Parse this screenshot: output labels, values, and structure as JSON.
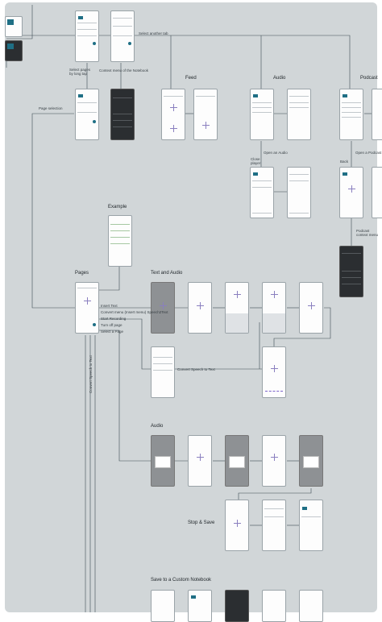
{
  "sections": {
    "feed": "Feed",
    "audio_tab": "Audio",
    "podcast": "Podcast",
    "example": "Example",
    "pages": "Pages",
    "text_and_audio": "Text and Audio",
    "audio": "Audio",
    "stop_save": "Stop & Save",
    "custom_notebook": "Save to a Custom Notebook"
  },
  "annotations": {
    "select_another_tab": "Select another tab",
    "select_pages": "Select pages\nby long tap",
    "context_menu": "Context menu of the Notebook",
    "page_selection": "Page selection",
    "open_audio": "Open an Audio",
    "close_player": "Close\nplayer",
    "back": "Back",
    "open_podcast": "Open a Podcast",
    "podcast_menu": "Podcast\ncontext menu",
    "insert_text": "Insert Text",
    "convert_search": "Convert menu (Insert menu) Speech2Text",
    "start_recording": "Start Recording",
    "turn_off_page": "Turn off page",
    "convert_speech": "Convert Speech to Text",
    "select_page": "Select a Page",
    "convert_speech_vertical": "Convert Speech to Text"
  }
}
